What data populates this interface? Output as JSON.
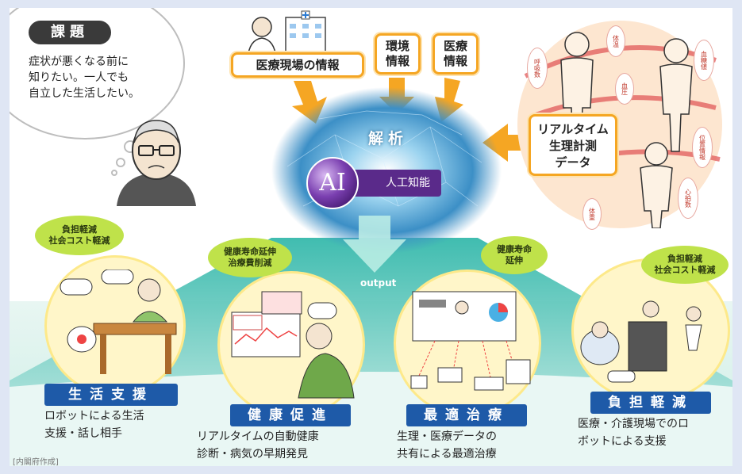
{
  "issue": {
    "title": "課題",
    "text_lines": [
      "症状が悪くなる前に",
      "知りたい。一人でも",
      "自立した生活したい。"
    ]
  },
  "inputs": {
    "medical_site": "医療現場の情報",
    "environment": [
      "環境",
      "情報"
    ],
    "medical": [
      "医療",
      "情報"
    ],
    "realtime": [
      "リアルタイム",
      "生理計測",
      "データ"
    ]
  },
  "vitals": {
    "body_temp": "体温",
    "breathing": "呼吸数",
    "blood_pressure": "血圧",
    "blood_sugar": "血糖値",
    "position": "位置情報",
    "heart_rate": "心拍数",
    "weight": "体重"
  },
  "center": {
    "analysis": "解析",
    "ai": "AI",
    "ai_label": "人工知能",
    "output": "output"
  },
  "benefits": [
    {
      "bubble": [
        "負担軽減",
        "社会コスト軽減"
      ],
      "label": "生活支援",
      "desc": [
        "ロボットによる生活",
        "支援・話し相手"
      ]
    },
    {
      "bubble": [
        "健康寿命延伸",
        "治療費削減"
      ],
      "label": "健康促進",
      "desc": [
        "リアルタイムの自動健康",
        "診断・病気の早期発見"
      ]
    },
    {
      "bubble": [
        "健康寿命",
        "延伸"
      ],
      "label": "最適治療",
      "desc": [
        "生理・医療データの",
        "共有による最適治療"
      ]
    },
    {
      "bubble": [
        "負担軽減",
        "社会コスト軽減"
      ],
      "label": "負担軽減",
      "desc": [
        "医療・介護現場でのロ",
        "ボットによる支援"
      ]
    }
  ],
  "credit": "[内閣府作成]",
  "colors": {
    "accent_orange": "#f5a623",
    "label_blue": "#1e5aa8",
    "bubble_green": "#bfe24a",
    "teal": "#5cc6b4"
  }
}
